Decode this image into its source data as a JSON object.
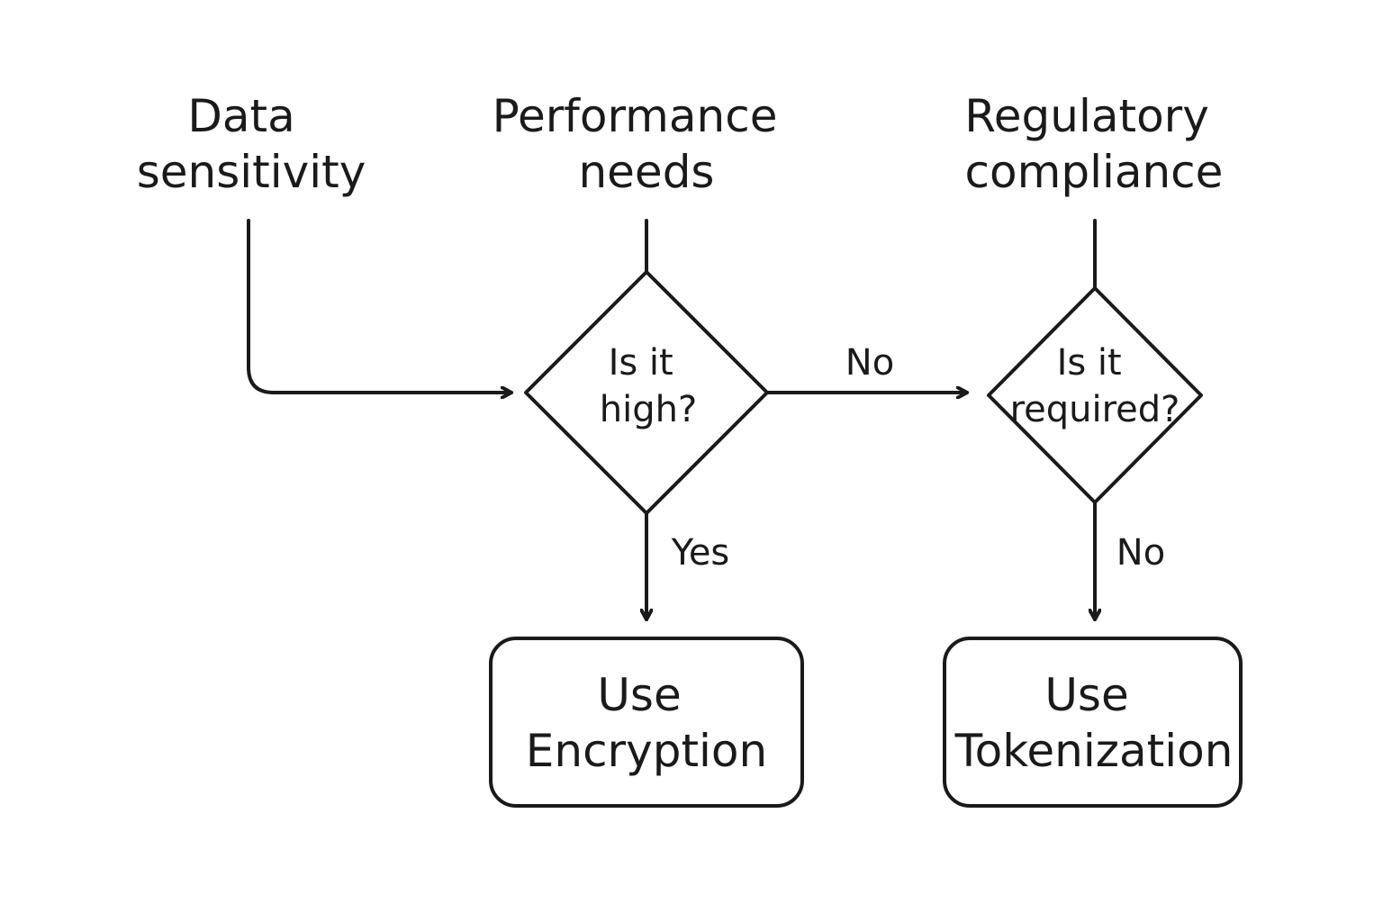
{
  "colors": {
    "stroke": "#1a1a1a",
    "background": "#ffffff"
  },
  "headers": {
    "data_sensitivity": [
      "Data",
      "sensitivity"
    ],
    "performance_needs": [
      "Performance",
      "needs"
    ],
    "regulatory_compliance": [
      "Regulatory",
      "compliance"
    ]
  },
  "decisions": {
    "high": [
      "Is it",
      "high?"
    ],
    "required": [
      "Is it",
      "required?"
    ]
  },
  "edges": {
    "high_no": "No",
    "high_yes": "Yes",
    "required_no": "No"
  },
  "outcomes": {
    "encryption": [
      "Use",
      "Encryption"
    ],
    "tokenization": [
      "Use",
      "Tokenization"
    ]
  }
}
